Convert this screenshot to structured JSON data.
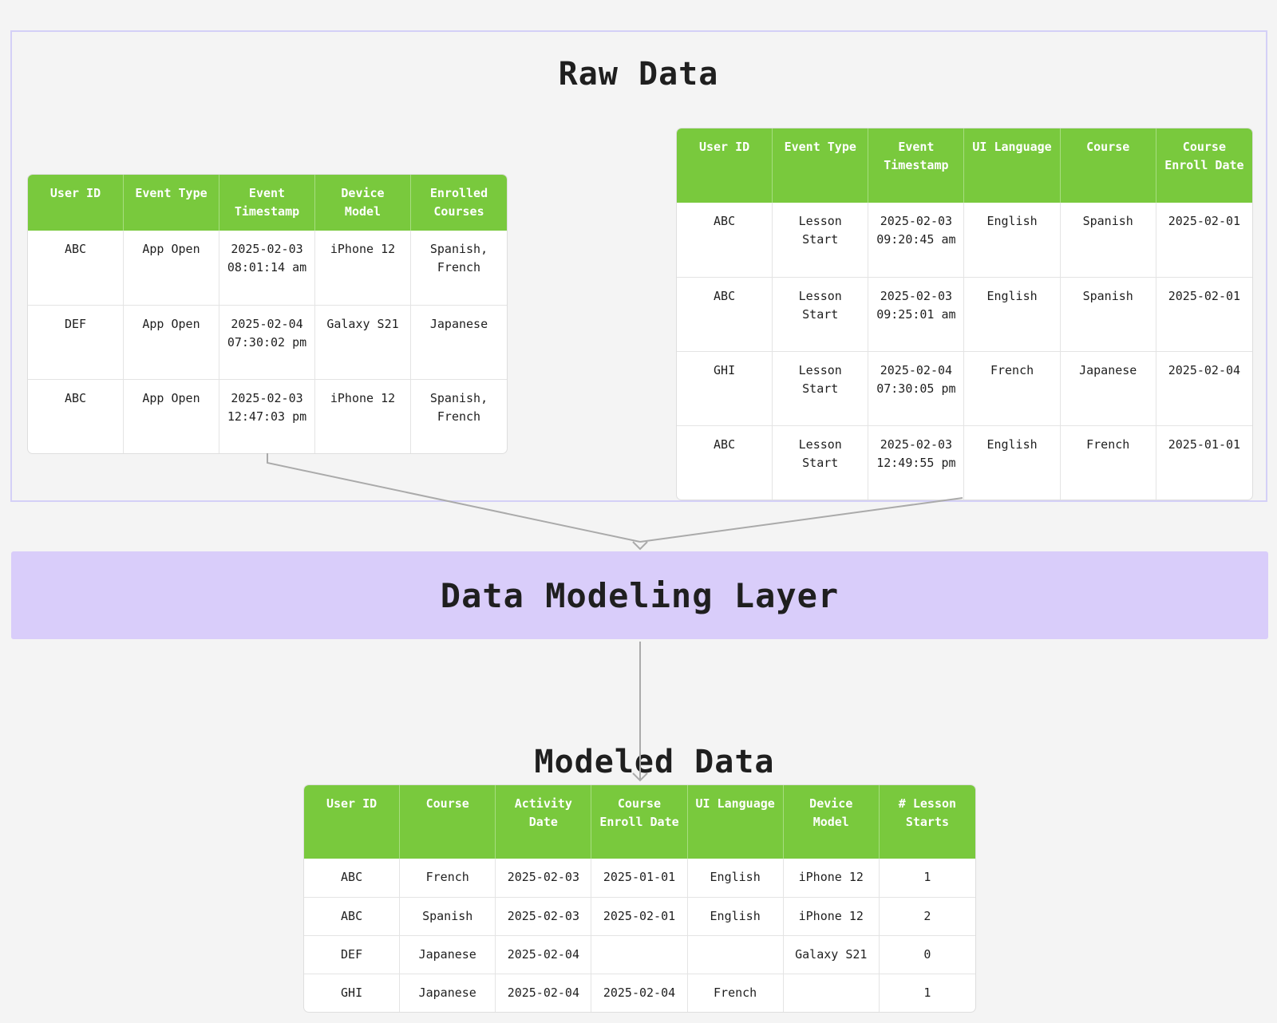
{
  "raw_title": "Raw Data",
  "layer_label": "Data Modeling Layer",
  "modeled_title": "Modeled Data",
  "colors": {
    "header_green": "#79c93d",
    "layer_purple": "#d9cdfa",
    "frame_border": "#d4d0f7",
    "connector_gray": "#aaaaaa"
  },
  "tables": {
    "app_events": {
      "headers": [
        "User ID",
        "Event Type",
        "Event Timestamp",
        "Device Model",
        "Enrolled Courses"
      ],
      "rows": [
        [
          "ABC",
          "App Open",
          "2025-02-03 08:01:14 am",
          "iPhone 12",
          "Spanish, French"
        ],
        [
          "DEF",
          "App Open",
          "2025-02-04 07:30:02 pm",
          "Galaxy S21",
          "Japanese"
        ],
        [
          "ABC",
          "App Open",
          "2025-02-03 12:47:03 pm",
          "iPhone 12",
          "Spanish, French"
        ]
      ]
    },
    "lesson_events": {
      "headers": [
        "User ID",
        "Event Type",
        "Event Timestamp",
        "UI Language",
        "Course",
        "Course Enroll Date"
      ],
      "rows": [
        [
          "ABC",
          "Lesson Start",
          "2025-02-03 09:20:45 am",
          "English",
          "Spanish",
          "2025-02-01"
        ],
        [
          "ABC",
          "Lesson Start",
          "2025-02-03 09:25:01 am",
          "English",
          "Spanish",
          "2025-02-01"
        ],
        [
          "GHI",
          "Lesson Start",
          "2025-02-04 07:30:05 pm",
          "French",
          "Japanese",
          "2025-02-04"
        ],
        [
          "ABC",
          "Lesson Start",
          "2025-02-03 12:49:55 pm",
          "English",
          "French",
          "2025-01-01"
        ]
      ]
    },
    "modeled": {
      "headers": [
        "User ID",
        "Course",
        "Activity Date",
        "Course Enroll Date",
        "UI Language",
        "Device Model",
        "# Lesson Starts"
      ],
      "rows": [
        [
          "ABC",
          "French",
          "2025-02-03",
          "2025-01-01",
          "English",
          "iPhone 12",
          "1"
        ],
        [
          "ABC",
          "Spanish",
          "2025-02-03",
          "2025-02-01",
          "English",
          "iPhone 12",
          "2"
        ],
        [
          "DEF",
          "Japanese",
          "2025-02-04",
          "",
          "",
          "Galaxy S21",
          "0"
        ],
        [
          "GHI",
          "Japanese",
          "2025-02-04",
          "2025-02-04",
          "French",
          "",
          "1"
        ]
      ]
    }
  }
}
